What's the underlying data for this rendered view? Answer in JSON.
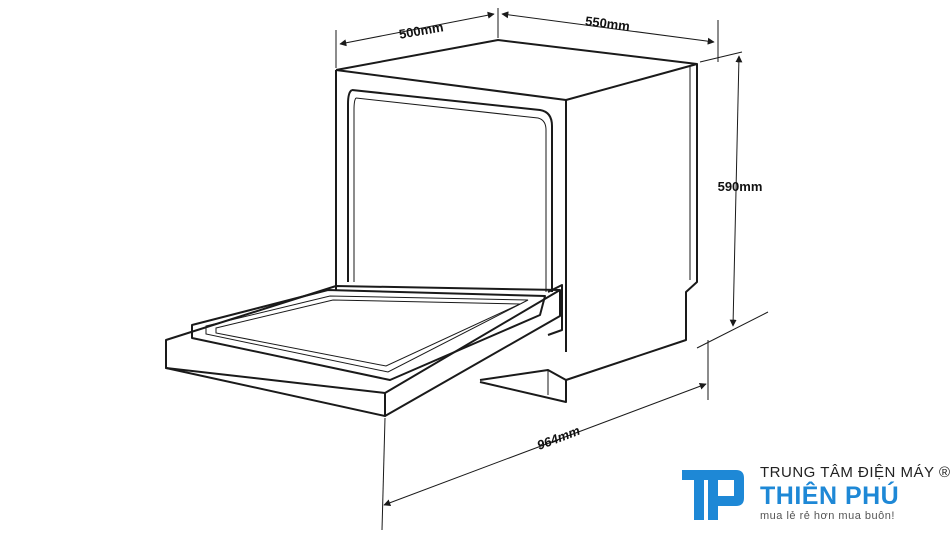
{
  "dimensions": {
    "depth": "500mm",
    "width": "550mm",
    "height": "590mm",
    "open_depth": "964mm"
  },
  "brand": {
    "top_line": "TRUNG TÂM ĐIỆN MÁY ®",
    "name": "THIÊN PHÚ",
    "slogan": "mua lẻ rẻ hơn mua buôn!",
    "logo_icon": "tp-logo-icon",
    "color": "#1e88d6"
  }
}
